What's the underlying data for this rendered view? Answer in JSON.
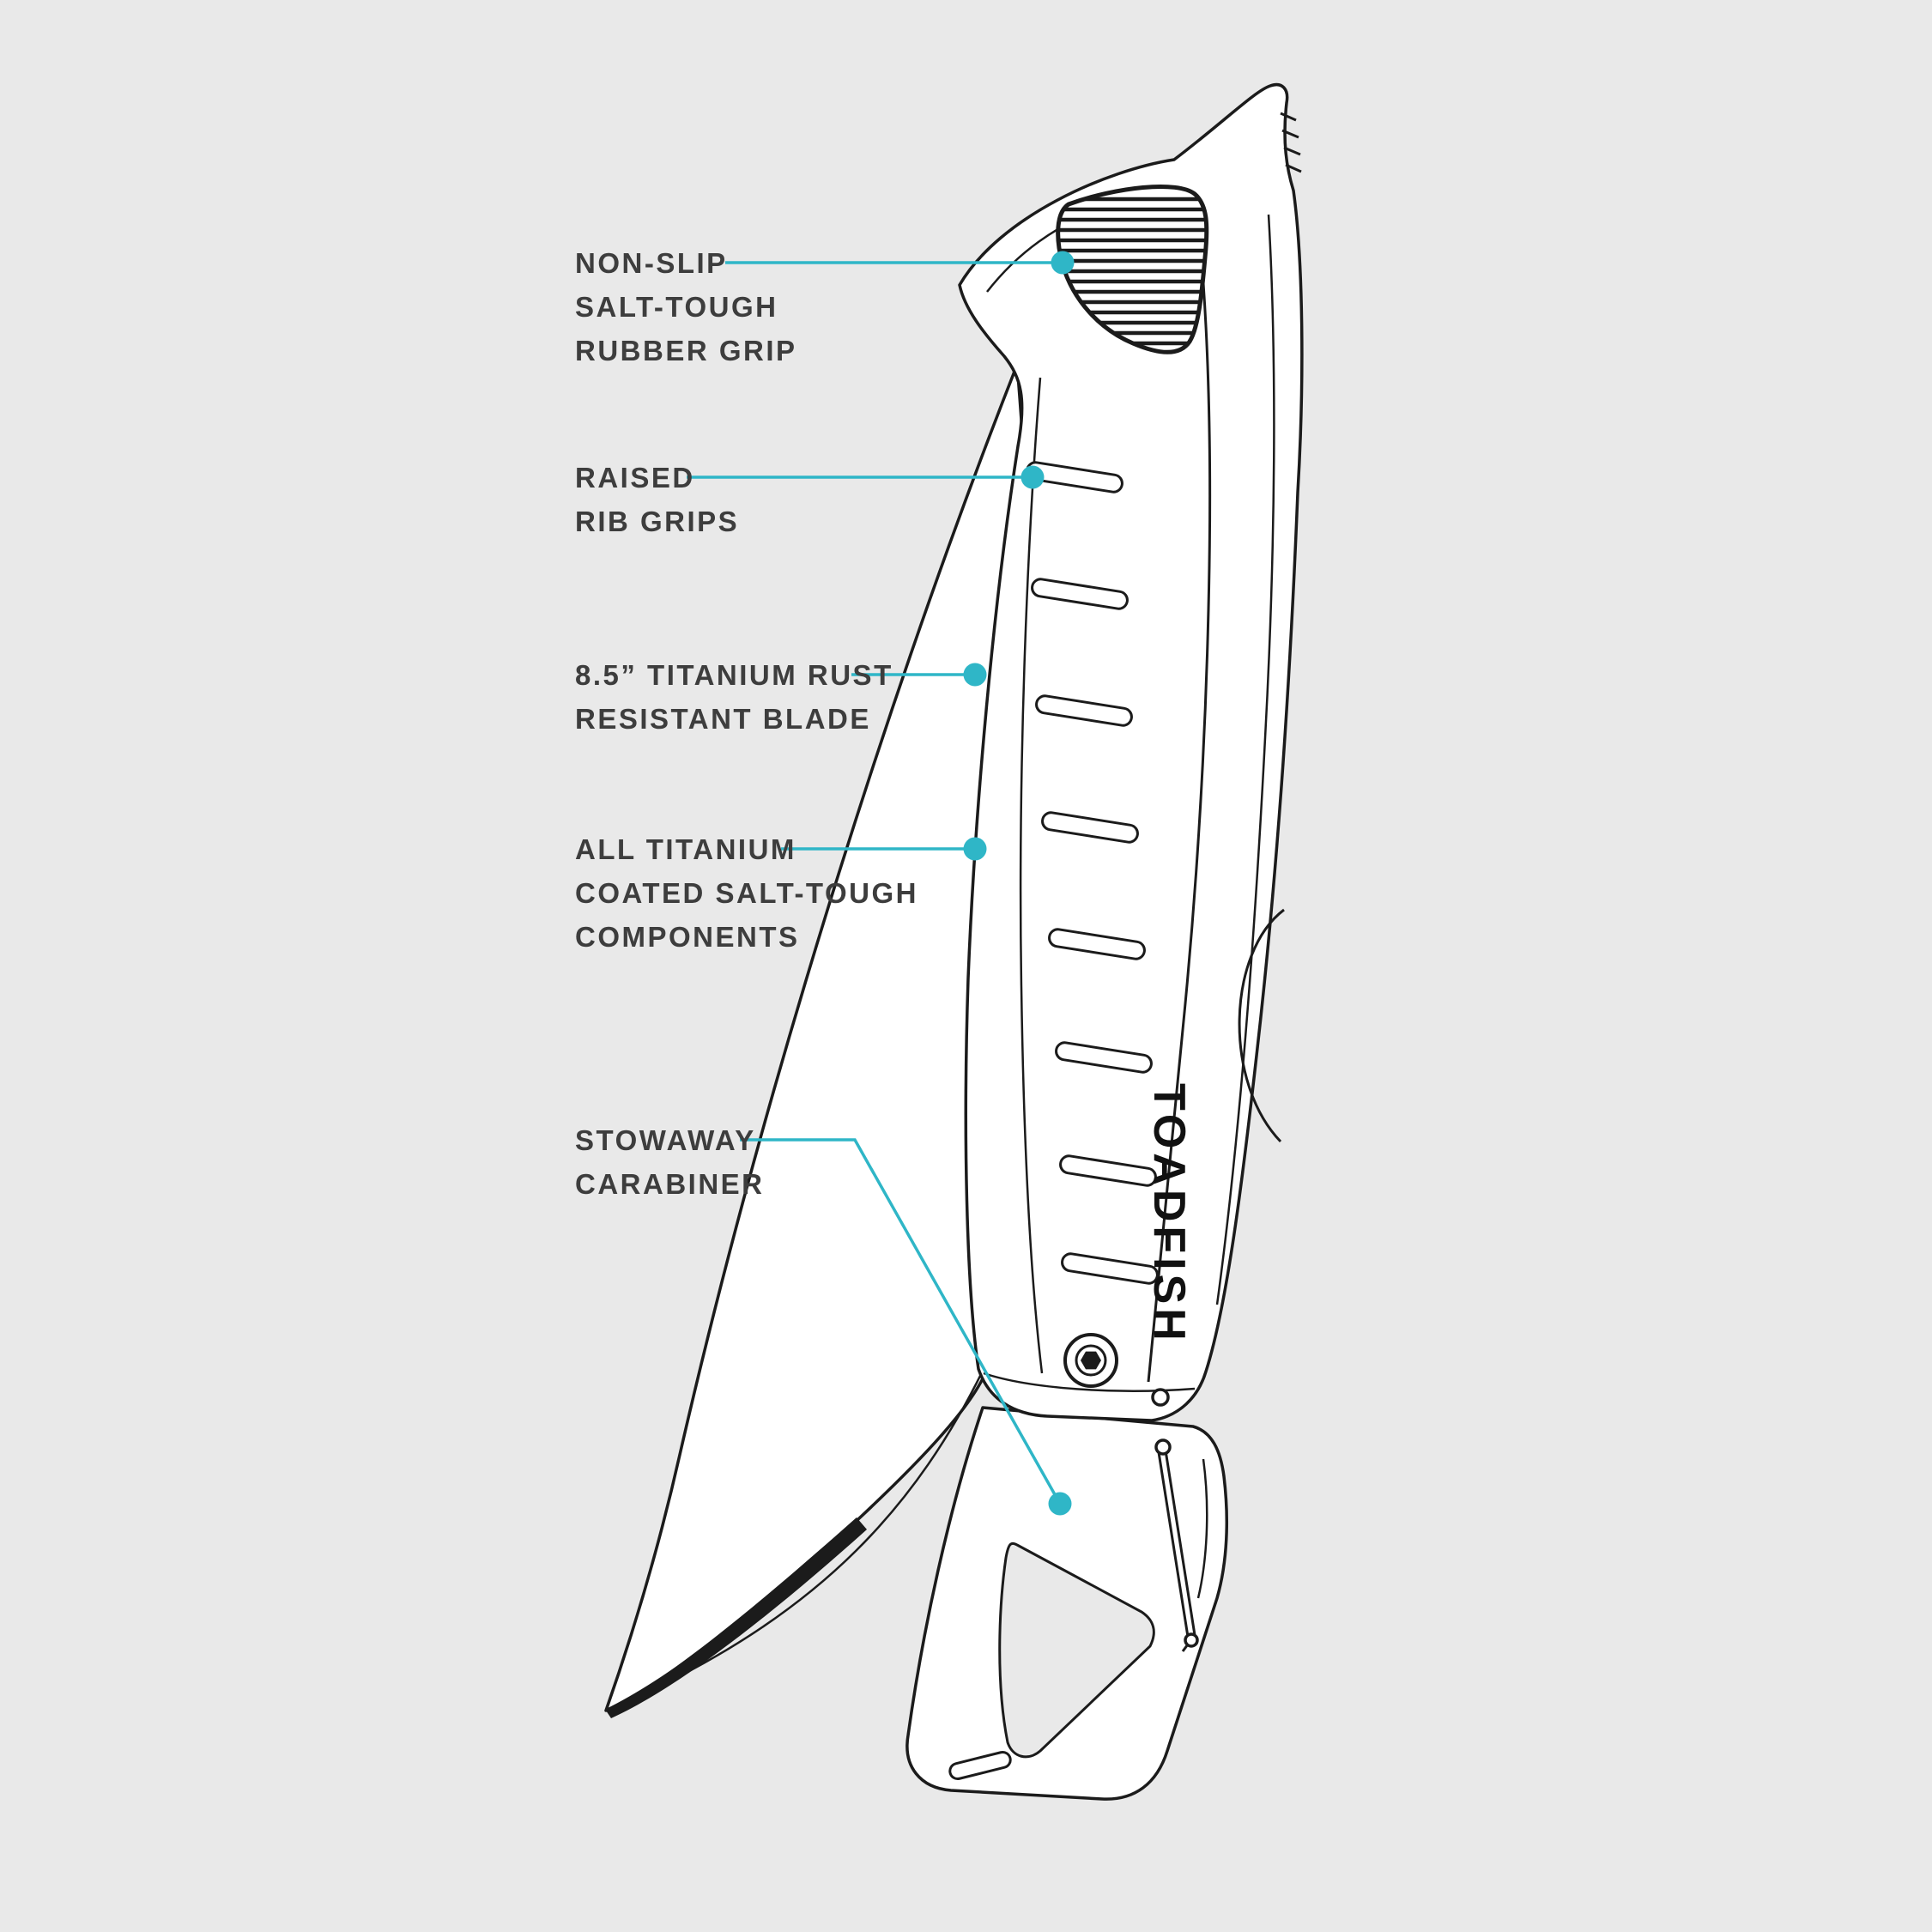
{
  "diagram_title": "folding fillet knife feature diagram",
  "brand": {
    "name": "TOADFISH"
  },
  "callouts": [
    {
      "id": "rubber-grip",
      "lines": [
        "NON-SLIP",
        "SALT-TOUGH",
        "RUBBER GRIP"
      ]
    },
    {
      "id": "rib-grips",
      "lines": [
        "RAISED",
        "RIB GRIPS"
      ]
    },
    {
      "id": "blade",
      "lines": [
        "8.5” TITANIUM RUST",
        "RESISTANT BLADE"
      ]
    },
    {
      "id": "components",
      "lines": [
        "ALL TITANIUM",
        "COATED SALT-TOUGH",
        "COMPONENTS"
      ]
    },
    {
      "id": "carabiner",
      "lines": [
        "STOWAWAY",
        "CARABINER"
      ]
    }
  ],
  "colors": {
    "accent": "#2fb6c7",
    "background": "#e9e9e9",
    "outline": "#1b1b1b",
    "label_text": "#3d3d3d"
  }
}
